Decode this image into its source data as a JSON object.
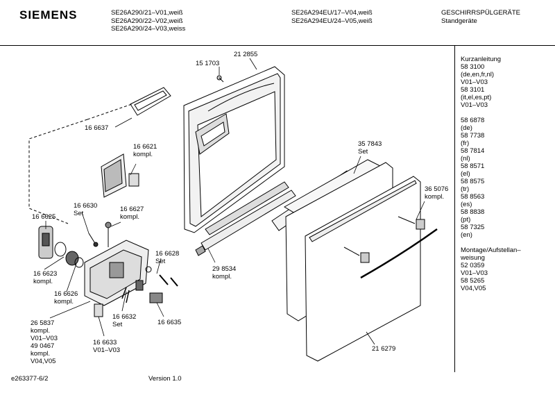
{
  "header": {
    "brand": "SIEMENS",
    "models_left": [
      "SE26A290/21–V01,weiß",
      "SE26A290/22–V02,weiß",
      "SE26A290/24–V03,weiss"
    ],
    "models_right": [
      "SE26A294EU/17–V04,weiß",
      "SE26A294EU/24–V05,weiß"
    ],
    "category": [
      "GESCHIRRSPÜLGERÄTE",
      "Standgeräte"
    ]
  },
  "sidebar": {
    "block1": [
      "Kurzanleitung",
      "58 3100",
      "(de,en,fr,nl)",
      "V01–V03",
      "58 3101",
      "(it,el,es,pt)",
      "V01–V03"
    ],
    "block2": [
      "58 6878",
      "(de)",
      "58 7738",
      "(fr)",
      "58 7814",
      "(nl)",
      "58 8571",
      "(el)",
      "58 8575",
      "(tr)",
      "58 8563",
      "(es)",
      "58 8838",
      "(pt)",
      "58 7325",
      "(en)"
    ],
    "block3": [
      "Montage/Aufstellan–",
      "weisung",
      "52 0359",
      "V01–V03",
      "58 5265",
      "V04,V05"
    ]
  },
  "parts": {
    "p151703": "15 1703",
    "p212855": "21 2855",
    "p166637": "16 6637",
    "p166621": [
      "16 6621",
      "kompl."
    ],
    "p357843": [
      "35 7843",
      "Set"
    ],
    "p166630": [
      "16 6630",
      "Set"
    ],
    "p166627": [
      "16 6627",
      "kompl."
    ],
    "p166625": "16 6625",
    "p365076": [
      "36 5076",
      "kompl."
    ],
    "p166628": [
      "16 6628",
      "Set"
    ],
    "p298534": [
      "29 8534",
      "kompl."
    ],
    "p166623": [
      "16 6623",
      "kompl."
    ],
    "p166626": [
      "16 6626",
      "kompl."
    ],
    "p265837": [
      "26 5837",
      "kompl.",
      "V01–V03",
      "49 0467",
      "kompl.",
      "V04,V05"
    ],
    "p166632": [
      "16 6632",
      "Set"
    ],
    "p166635": "16 6635",
    "p166633": [
      "16 6633",
      "V01–V03"
    ],
    "p216279": "21 6279"
  },
  "footer": {
    "doc_id": "e263377-6/2",
    "version": "Version 1.0"
  }
}
